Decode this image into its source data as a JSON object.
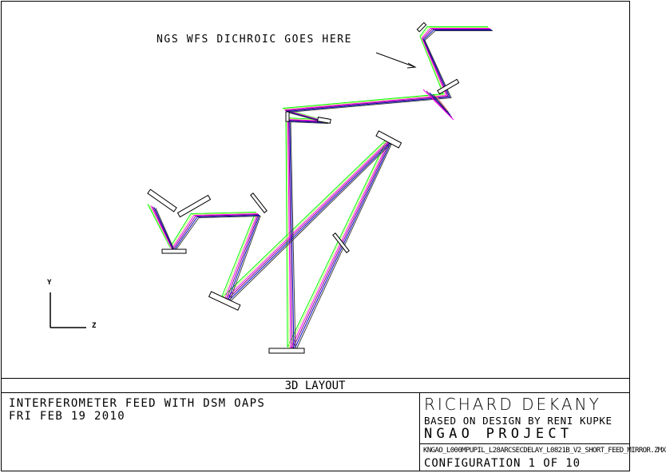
{
  "annotation": {
    "text": "NGS WFS DICHROIC GOES HERE"
  },
  "axes": {
    "y_label": "Y",
    "z_label": "Z"
  },
  "title_block": {
    "view_title": "3D LAYOUT",
    "description_line1": "INTERFEROMETER FEED WITH DSM OAPS",
    "description_line2": "FRI FEB 19 2010",
    "author": "RICHARD DEKANY",
    "based_on": "BASED ON DESIGN BY RENI KUPKE",
    "project": "NGAO PROJECT",
    "filename": "KNGAO_L000MPUPIL_L28ARCSECDELAY_L0821B_V2_SHORT_FEED_MIRROR.ZMX",
    "configuration": "CONFIGURATION 1 OF 10"
  },
  "colors": {
    "ray_colors": [
      "#00ff00",
      "#c8ff78",
      "#ff00ff",
      "#800080",
      "#0000c0",
      "#404040",
      "#ff8080"
    ],
    "line": "#000000",
    "background": "#ffffff"
  }
}
